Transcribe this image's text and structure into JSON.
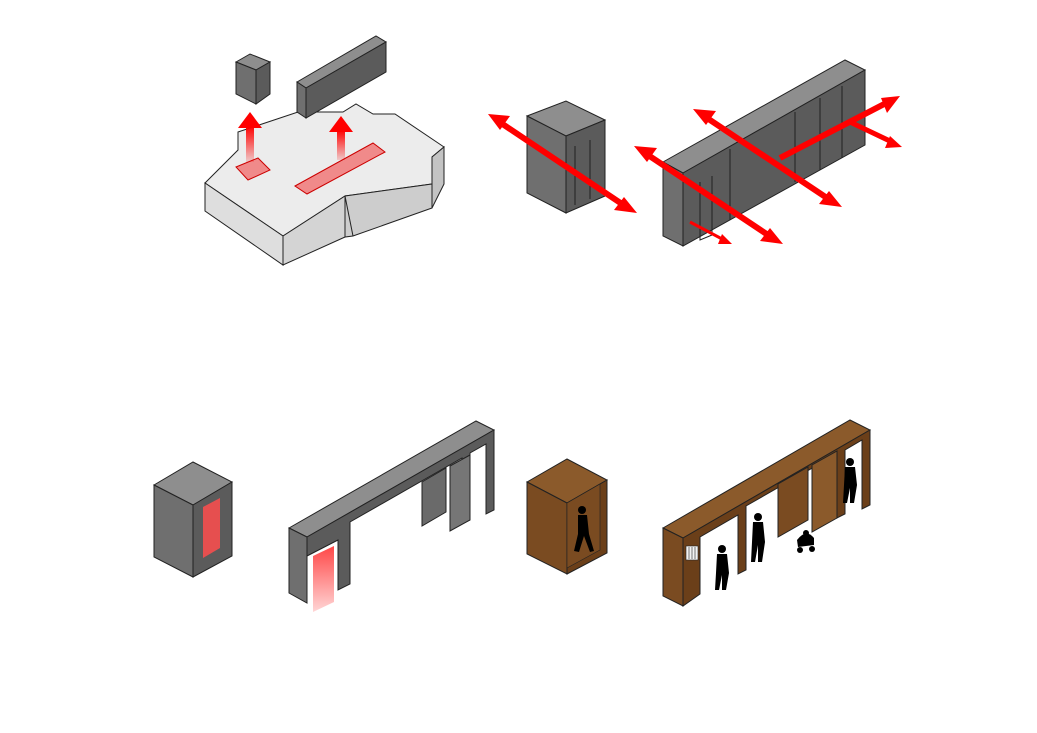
{
  "diagram": {
    "panels": [
      {
        "id": "extract-volumes",
        "caption": ""
      },
      {
        "id": "circulation-axes",
        "caption": ""
      },
      {
        "id": "grey-insertion",
        "caption": ""
      },
      {
        "id": "timber-occupied",
        "caption": ""
      }
    ]
  },
  "colors": {
    "background": "#ffffff",
    "slab_top": "#ececec",
    "slab_side_left": "#dedede",
    "slab_side_right": "#cdcdcd",
    "grey_top": "#8e8e8e",
    "grey_left": "#6f6f6f",
    "grey_right": "#5b5b5b",
    "edge": "#222222",
    "accent_red": "#ff0000",
    "accent_red_soft": "#f2a0a0",
    "wood_top": "#8b5a2b",
    "wood_left": "#7a4b21",
    "wood_right": "#6b3f19",
    "figure": "#000000"
  },
  "icons": {
    "arrow_up": "arrow-up-icon",
    "double_arrow": "double-arrow-icon",
    "person": "person-silhouette-icon",
    "stroller": "stroller-icon"
  }
}
